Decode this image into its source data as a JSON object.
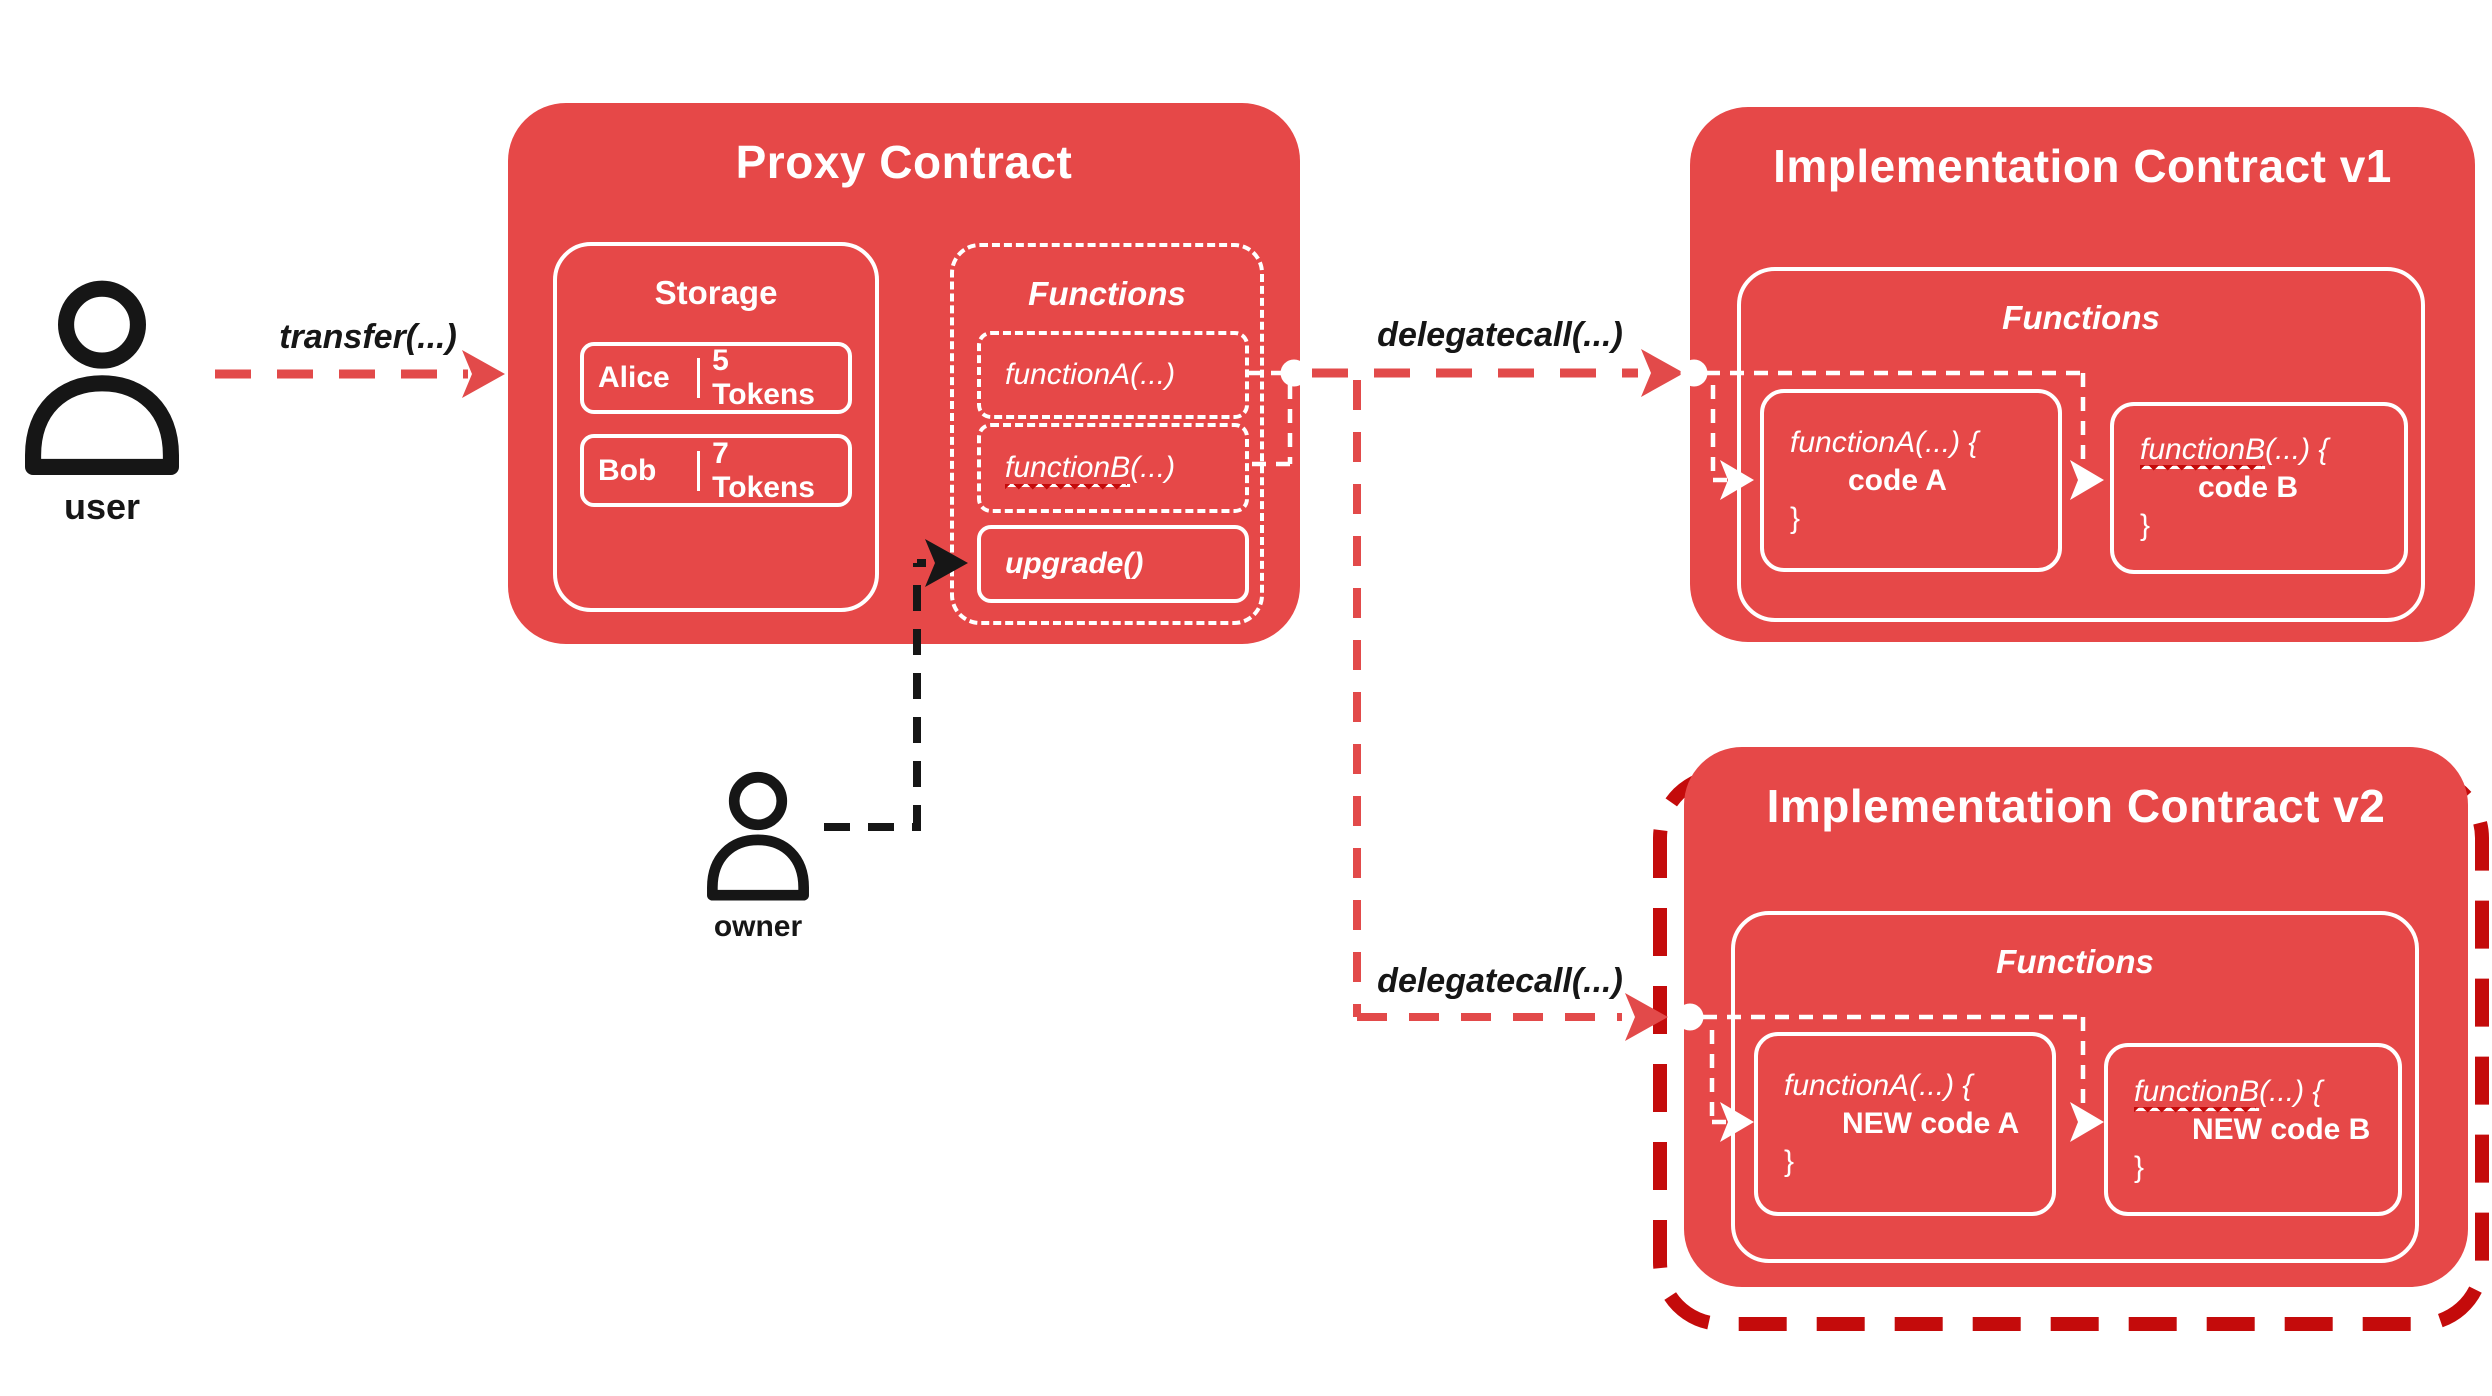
{
  "colors": {
    "box_red": "#e64848",
    "arrow_red": "#e24a4a",
    "dark_red": "#c40b0b",
    "white": "#ffffff",
    "black": "#161616"
  },
  "actors": {
    "user_label": "user",
    "owner_label": "owner"
  },
  "edges": {
    "transfer_label": "transfer(...)",
    "delegatecall_v1_label": "delegatecall(...)",
    "delegatecall_v2_label": "delegatecall(...)"
  },
  "proxy": {
    "title": "Proxy Contract",
    "storage": {
      "title": "Storage",
      "rows": [
        {
          "name": "Alice",
          "value": "5 Tokens"
        },
        {
          "name": "Bob",
          "value": "7 Tokens"
        }
      ]
    },
    "functions": {
      "title": "Functions",
      "fn_a_name": "functionA",
      "fn_a_rest": "(...)",
      "fn_b_name": "functionB",
      "fn_b_rest": "(...)",
      "upgrade_label": "upgrade()"
    }
  },
  "impl_v1": {
    "title": "Implementation Contract v1",
    "functions_title": "Functions",
    "fn_a": {
      "name": "functionA",
      "sig_rest": "(...) {",
      "body": "code A",
      "close": "}"
    },
    "fn_b": {
      "name": "functionB",
      "sig_rest": "(...) {",
      "body": "code B",
      "close": "}"
    }
  },
  "impl_v2": {
    "title": "Implementation Contract v2",
    "functions_title": "Functions",
    "fn_a": {
      "name": "functionA",
      "sig_rest": "(...) {",
      "body": "NEW code A",
      "close": "}"
    },
    "fn_b": {
      "name": "functionB",
      "sig_rest": "(...) {",
      "body": "NEW code B",
      "close": "}"
    }
  }
}
